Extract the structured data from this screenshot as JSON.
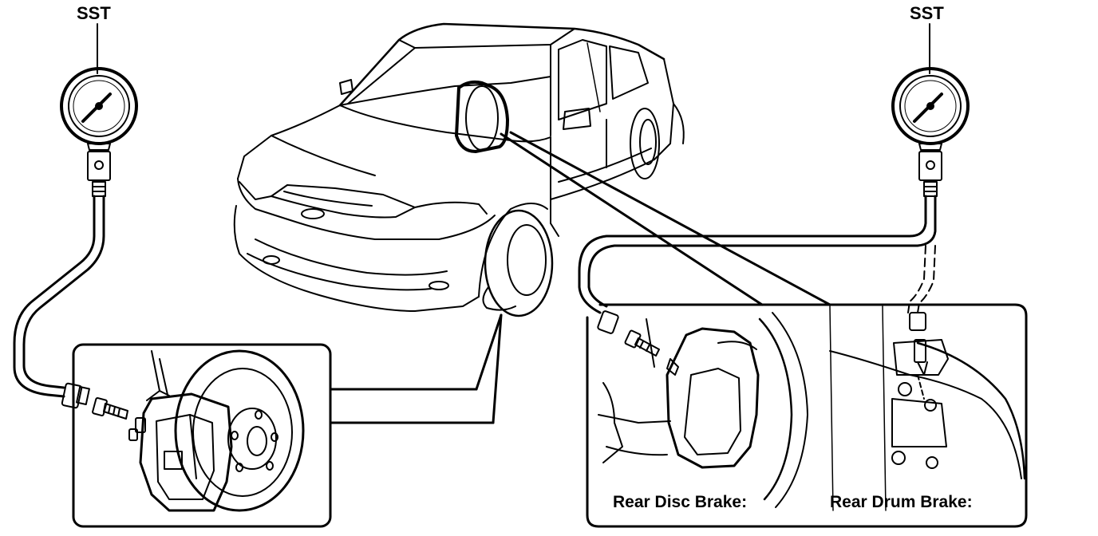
{
  "labels": {
    "sst_left": "SST",
    "sst_right": "SST",
    "rear_disc_brake": "Rear Disc Brake:",
    "rear_drum_brake": "Rear Drum Brake:"
  },
  "colors": {
    "line": "#000000",
    "background": "#ffffff"
  }
}
